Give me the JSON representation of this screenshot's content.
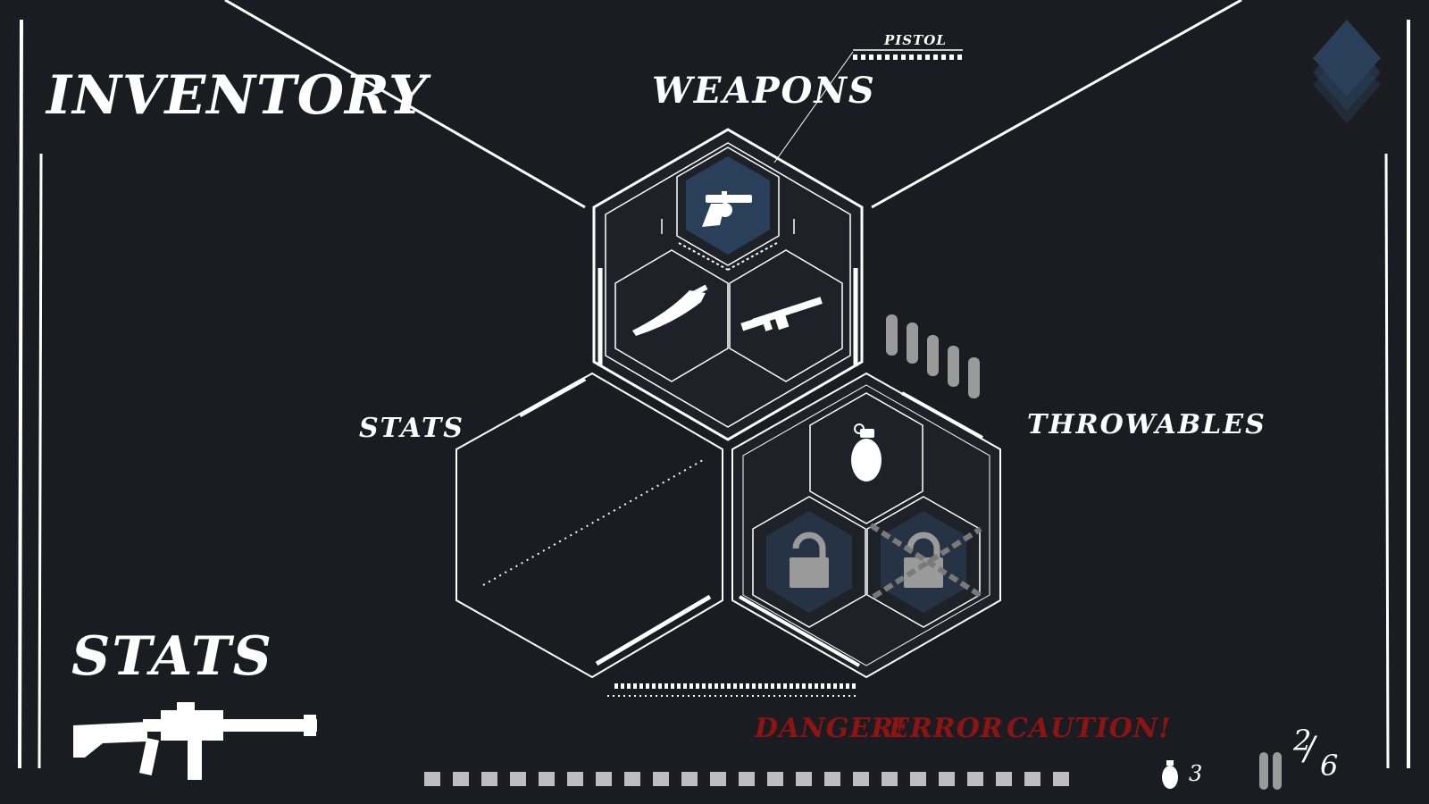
{
  "screen": {
    "title": "Inventory",
    "stats_heading": "Stats"
  },
  "weapons": {
    "title": "Weapons",
    "selected_label": "Pistol",
    "slots": [
      {
        "item": "revolver-icon",
        "selected": true
      },
      {
        "item": "knife-icon",
        "selected": false
      },
      {
        "item": "rifle-icon",
        "selected": false
      }
    ]
  },
  "stats_panel": {
    "title": "Stats"
  },
  "throwables": {
    "title": "Throwables",
    "slots": [
      {
        "item": "grenade-icon",
        "locked": false
      },
      {
        "item": "lock-icon",
        "locked": true
      },
      {
        "item": "lock-icon",
        "locked": true,
        "chained": true
      }
    ]
  },
  "warnings": [
    "Danger!",
    "ERROR",
    "Caution!"
  ],
  "hud": {
    "grenades": "3",
    "ammo_current": "2",
    "ammo_separator": "/",
    "ammo_total": "6"
  },
  "colors": {
    "background": "#1a1c21",
    "accent": "#2a3f59",
    "line": "#ffffff",
    "warning": "#8e1414"
  }
}
